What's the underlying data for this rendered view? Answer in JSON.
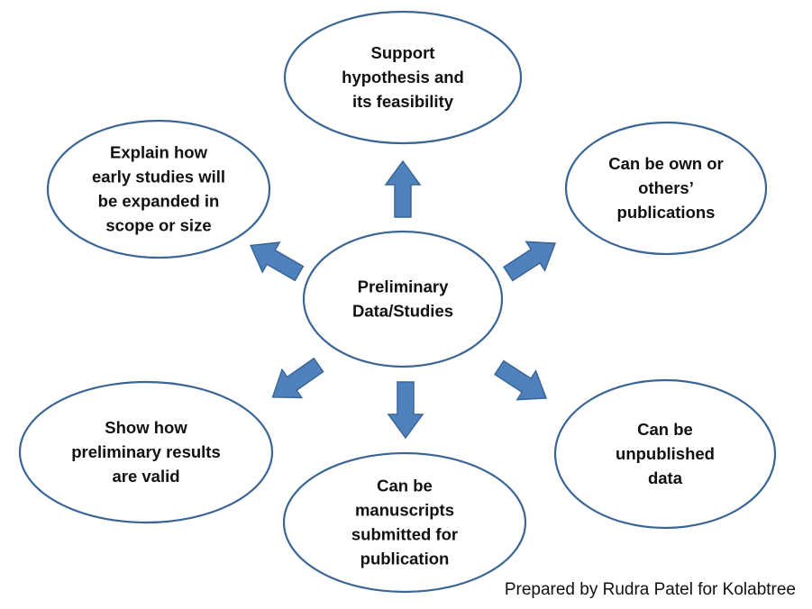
{
  "diagram": {
    "center": {
      "id": "center",
      "lines": [
        "Preliminary",
        "Data/Studies"
      ]
    },
    "nodes": [
      {
        "id": "top",
        "lines": [
          "Support",
          "hypothesis and",
          "its feasibility"
        ]
      },
      {
        "id": "upper-left",
        "lines": [
          "Explain how",
          "early studies will",
          "be expanded in",
          "scope or size"
        ]
      },
      {
        "id": "upper-right",
        "lines": [
          "Can be own or",
          "others’",
          "publications"
        ]
      },
      {
        "id": "lower-left",
        "lines": [
          "Show how",
          "preliminary results",
          "are valid"
        ]
      },
      {
        "id": "bottom",
        "lines": [
          "Can be",
          "manuscripts",
          "submitted for",
          "publication"
        ]
      },
      {
        "id": "lower-right",
        "lines": [
          "Can be",
          "unpublished",
          "data"
        ]
      }
    ],
    "edges": [
      {
        "from": "center",
        "to": "top"
      },
      {
        "from": "center",
        "to": "upper-left"
      },
      {
        "from": "center",
        "to": "upper-right"
      },
      {
        "from": "center",
        "to": "lower-left"
      },
      {
        "from": "center",
        "to": "bottom"
      },
      {
        "from": "center",
        "to": "lower-right"
      }
    ],
    "colors": {
      "ellipse_stroke": "#3a6595",
      "arrow_fill": "#4f81bd",
      "arrow_stroke": "#3a6595",
      "text": "#111111"
    }
  },
  "credit": "Prepared by Rudra Patel for Kolabtree"
}
